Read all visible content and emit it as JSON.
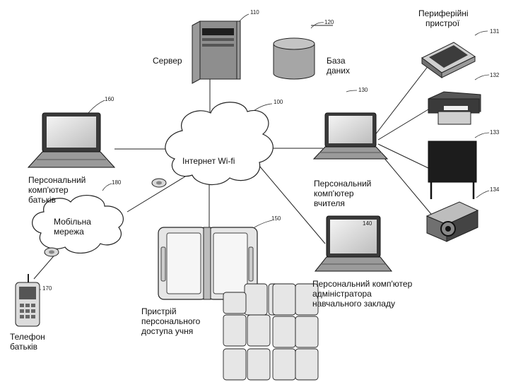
{
  "server": {
    "label": "Сервер",
    "ref": "110"
  },
  "database": {
    "label": [
      "База",
      "даних"
    ],
    "ref": "120"
  },
  "internet": {
    "label": "Інтернет Wi-fi",
    "ref": "100"
  },
  "peripherals": {
    "label": [
      "Периферійні",
      "пристрої"
    ],
    "refs": [
      "131",
      "132",
      "133",
      "134"
    ]
  },
  "teacher_pc": {
    "label": [
      "Персональний",
      "комп'ютер",
      "вчителя"
    ],
    "ref": "130"
  },
  "parent_pc": {
    "label": [
      "Персональний",
      "комп'ютер",
      "батьків"
    ],
    "ref": "160"
  },
  "admin_pc": {
    "label": [
      "Персональний комп'ютер",
      "адміністратора",
      "навчального закладу"
    ],
    "ref": "140"
  },
  "mobile_network": {
    "label": [
      "Мобільна",
      "мережа"
    ],
    "ref": "180"
  },
  "student_device": {
    "label": [
      "Пристрій",
      "персонального",
      "доступа учня"
    ],
    "ref": "150"
  },
  "parent_phone": {
    "label": [
      "Телефон",
      "батьків"
    ],
    "ref": "170"
  }
}
